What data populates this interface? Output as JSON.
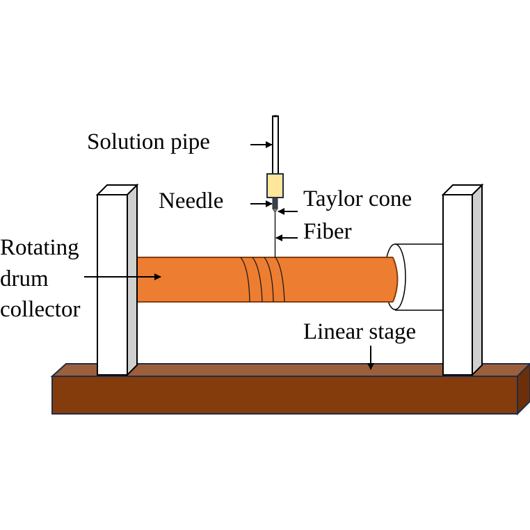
{
  "diagram": {
    "title": "Electrospinning setup with rotating drum collector",
    "labels": {
      "solution_pipe": "Solution pipe",
      "needle": "Needle",
      "taylor_cone": "Taylor cone",
      "fiber": "Fiber",
      "rotating_drum_line1": "Rotating",
      "rotating_drum_line2": "drum",
      "rotating_drum_line3": "collector",
      "linear_stage": "Linear stage"
    },
    "colors": {
      "drum": "#ED7D31",
      "drum_edge": "#843C0C",
      "stage_front": "#843C0C",
      "stage_top": "#9C5F3C",
      "stage_side": "#6B300A",
      "stage_edge": "#1F2D4A",
      "needle_holder": "#FFE699",
      "needle": "#404040",
      "support_side": "#D0D0D0"
    }
  }
}
